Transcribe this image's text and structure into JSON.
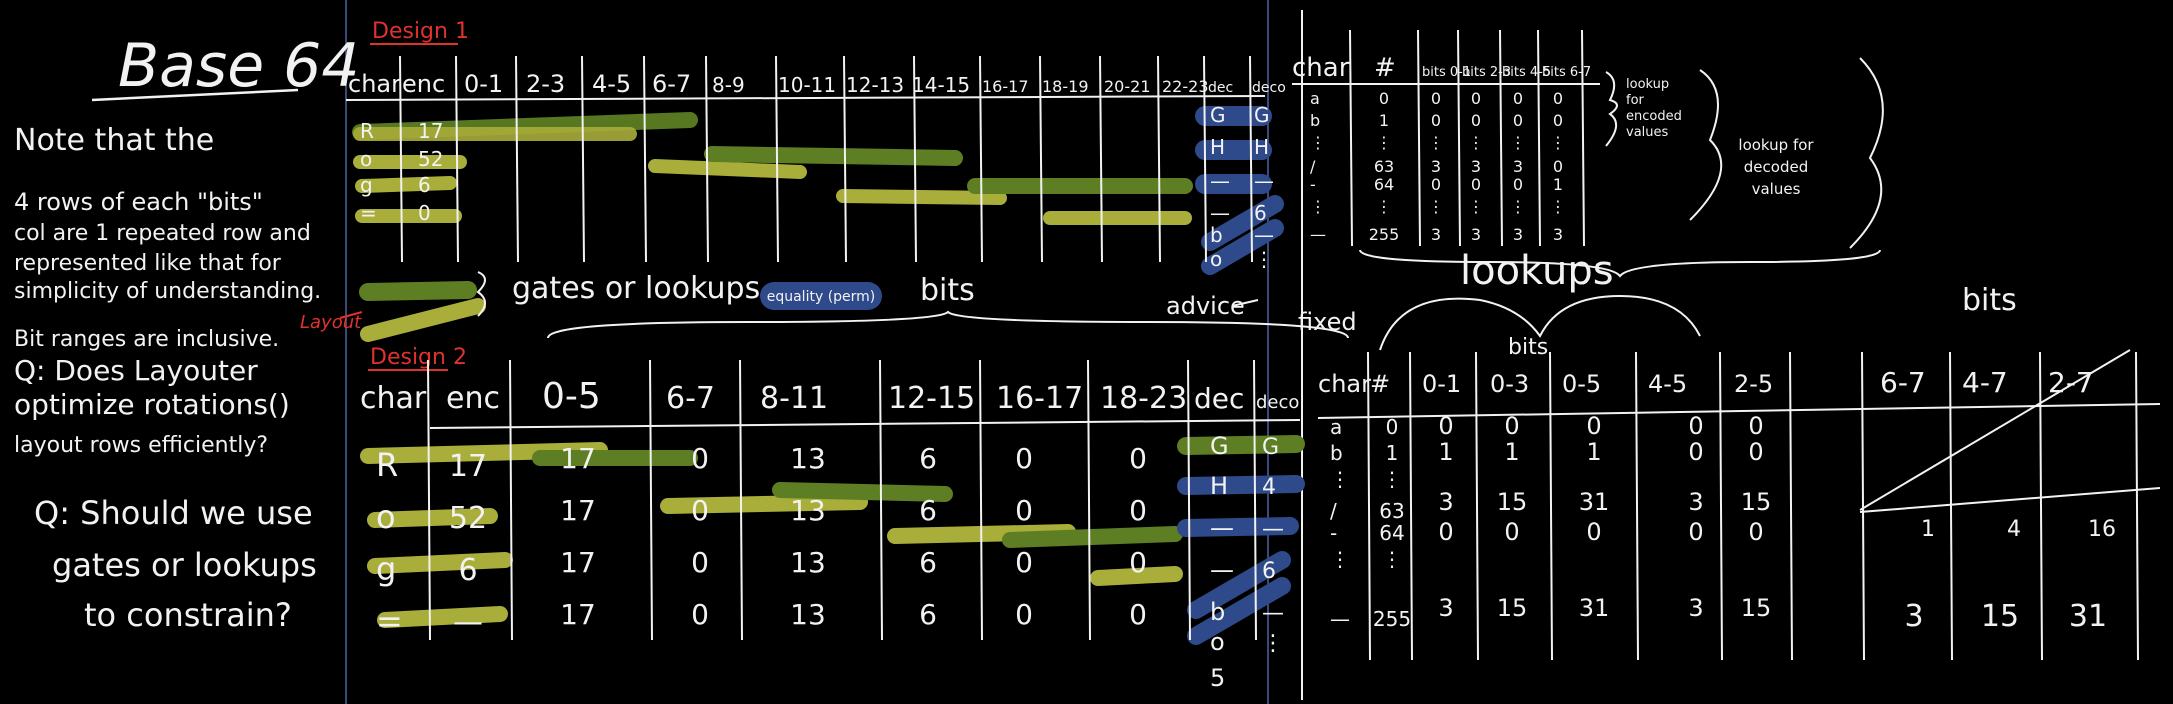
{
  "colors": {
    "background": "#000000",
    "ink": "#f2f2f2",
    "red": "#e0322c",
    "yellow": "#a9ad3a",
    "green": "#5d7e23",
    "blue": "#2e4a8a",
    "divider": "#3a4a7a"
  },
  "notes": {
    "title": "Base 64",
    "lines": [
      "Note that the",
      "4 rows of each \"bits\"",
      "col are 1 repeated row and",
      "represented like that for",
      "simplicity of understanding.",
      "Bit ranges are inclusive.",
      "Q: Does Layouter",
      "optimize rotations()",
      "layout rows efficiently?"
    ],
    "q2": [
      "Q: Should we use",
      "gates or lookups",
      "to constrain?"
    ]
  },
  "design1": {
    "label": "Design 1",
    "headers": [
      "char",
      "enc",
      "0-1",
      "2-3",
      "4-5",
      "6-7",
      "8-9",
      "10-11",
      "12-13",
      "14-15",
      "16-17",
      "18-19",
      "20-21",
      "22-23",
      "dec",
      "deco"
    ],
    "chars": [
      "R",
      "o",
      "g",
      "="
    ],
    "enc": [
      "17",
      "52",
      "6",
      "0"
    ],
    "dec": [
      "G",
      "H",
      "—",
      "—",
      "b",
      "o"
    ],
    "deco": [
      "G",
      "H",
      "—",
      "6",
      "—",
      "⋮"
    ],
    "legend": "gates or lookups",
    "badge": "equality (perm)",
    "bits": "bits",
    "advice": "advice",
    "fixed": "fixed",
    "layout": "Layout"
  },
  "lookup1": {
    "headers": [
      "char",
      "#",
      "bits 0-1",
      "bits 2-3",
      "bits 4-5",
      "bits 6-7"
    ],
    "chars": [
      "a",
      "b",
      "⋮",
      "/",
      "-",
      "⋮",
      "—"
    ],
    "nums": [
      "0",
      "1",
      "⋮",
      "63",
      "64",
      "⋮",
      "255"
    ],
    "cols": [
      [
        "0",
        "0",
        "⋮",
        "3",
        "0",
        "⋮",
        "3"
      ],
      [
        "0",
        "0",
        "⋮",
        "3",
        "0",
        "⋮",
        "3"
      ],
      [
        "0",
        "0",
        "⋮",
        "3",
        "0",
        "⋮",
        "3"
      ],
      [
        "0",
        "0",
        "⋮",
        "0",
        "1",
        "⋮",
        "3"
      ]
    ],
    "brace1": [
      "lookup",
      "for",
      "encoded",
      "values"
    ],
    "brace2": [
      "lookup for",
      "decoded",
      "values"
    ],
    "lookups": "lookups"
  },
  "design2": {
    "label": "Design 2",
    "headers": [
      "char",
      "enc",
      "0-5",
      "6-7",
      "8-11",
      "12-15",
      "16-17",
      "18-23",
      "dec",
      "deco"
    ],
    "chars": [
      "R",
      "o",
      "g",
      "="
    ],
    "enc": [
      "17",
      "52",
      "6",
      "—"
    ],
    "c05": [
      "17",
      "17",
      "17",
      "17"
    ],
    "c67": [
      "0",
      "0",
      "0",
      "0"
    ],
    "c811": [
      "13",
      "13",
      "13",
      "13"
    ],
    "c1215": [
      "6",
      "6",
      "6",
      "6"
    ],
    "c1617": [
      "0",
      "0",
      "0",
      "0"
    ],
    "c1823": [
      "0",
      "0",
      "0",
      "0"
    ],
    "dec": [
      "G",
      "H",
      "—",
      "—",
      "b",
      "o",
      "5"
    ],
    "deco": [
      "G",
      "4",
      "—",
      "6",
      "—",
      "⋮"
    ]
  },
  "lookup2": {
    "headers": [
      "char",
      "#",
      "0-1",
      "0-3",
      "0-5",
      "4-5",
      "2-5",
      "6-7",
      "4-7",
      "2-7"
    ],
    "bits": "bits",
    "bits_top": "bits",
    "chars": [
      "a",
      "b",
      "⋮",
      "/",
      "-",
      "⋮",
      "—"
    ],
    "nums": [
      "0",
      "1",
      "⋮",
      "63",
      "64",
      "⋮",
      "255"
    ],
    "c01": [
      "0",
      "1",
      "3",
      "0",
      "3"
    ],
    "c03": [
      "0",
      "1",
      "15",
      "0",
      "15"
    ],
    "c05": [
      "0",
      "1",
      "31",
      "0",
      "31"
    ],
    "c45": [
      "0",
      "0",
      "3",
      "0",
      "3"
    ],
    "c25": [
      "0",
      "0",
      "15",
      "0",
      "15"
    ],
    "shifts": [
      "1",
      "4",
      "16"
    ],
    "bottom": [
      "3",
      "15",
      "31"
    ]
  }
}
